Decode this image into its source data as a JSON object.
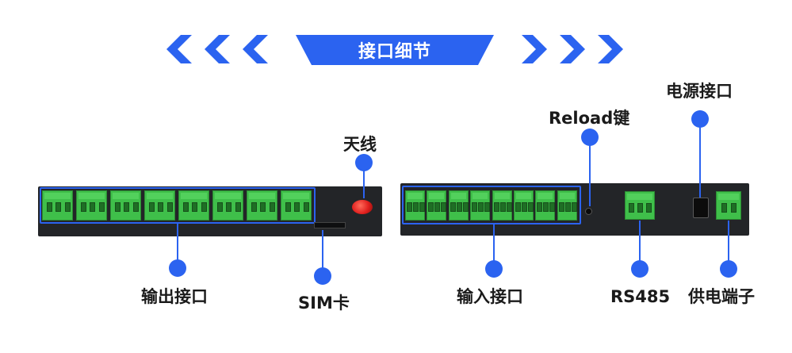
{
  "header": {
    "title": "接口细节",
    "accent_color": "#2b63f0",
    "left_icon": "chevron-left-icon",
    "right_icon": "chevron-right-icon"
  },
  "left_device": {
    "labels": {
      "output": "输出接口",
      "sim": "SIM卡",
      "antenna": "天线"
    },
    "output_terminal_count": 8
  },
  "right_device": {
    "labels": {
      "input": "输入接口",
      "reload": "Reload键",
      "rs485": "RS485",
      "power_port": "电源接口",
      "power_terminal": "供电端子"
    },
    "input_terminal_count": 8
  },
  "colors": {
    "device_body": "#232528",
    "terminal_green": "#3fbf4a",
    "antenna_red": "#e0201e"
  }
}
